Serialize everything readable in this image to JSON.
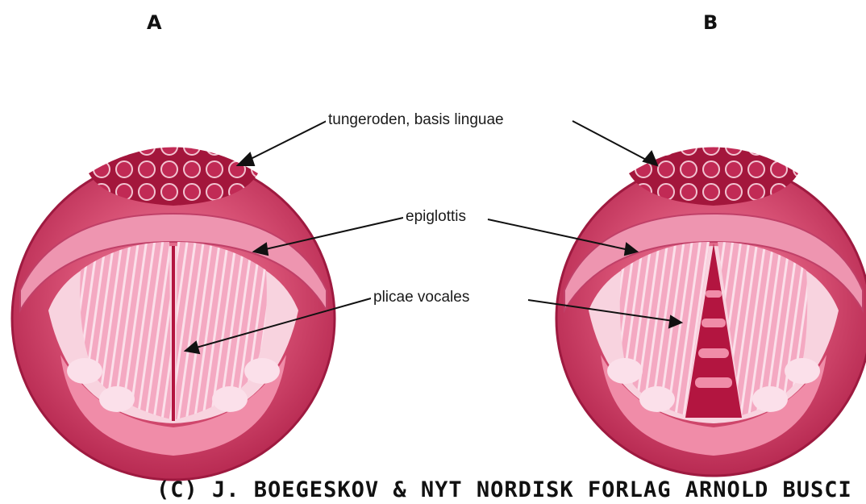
{
  "panels": {
    "left": "A",
    "right": "B"
  },
  "labels": {
    "tongue_root": "tungeroden, basis linguae",
    "epiglottis": "epiglottis",
    "vocal_folds": "plicae vocales"
  },
  "copyright": "(C) J. BOEGESKOV & NYT NORDISK FORLAG ARNOLD BUSCI",
  "colors": {
    "outer_ring": "#c8395e",
    "ring_light": "#e06b8a",
    "tongue_base": "#a3163c",
    "epiglottis": "#ee95b0",
    "vocal_fold": "#f4a9c2",
    "glottis_dark": "#b31540",
    "inner_bg": "#f8d3df"
  }
}
